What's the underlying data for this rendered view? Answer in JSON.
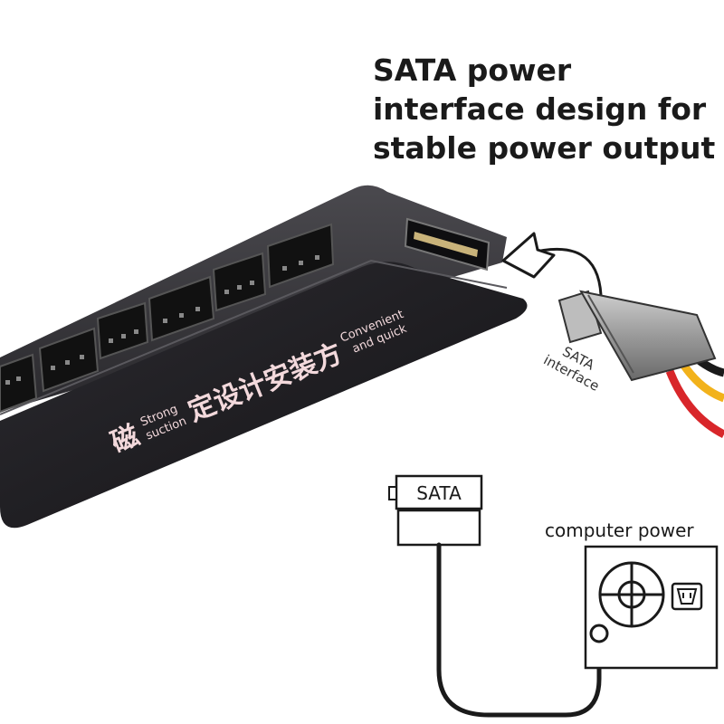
{
  "headline": {
    "line1": "SATA power",
    "line2": "interface design for",
    "line3": "stable power output"
  },
  "hub": {
    "char_left": "磁",
    "label_strong_line1": "Strong",
    "label_strong_line2": "suction",
    "chars_middle": "定设计安装方",
    "label_conv_line1": "Convenient",
    "label_conv_line2": "and quick"
  },
  "connector": {
    "label_line1": "SATA",
    "label_line2": "interface"
  },
  "diagram": {
    "sata_plug_label": "SATA",
    "psu_label": "computer power"
  },
  "colors": {
    "hub_body": "#2b2a2e",
    "hub_face": "#1c1b1f",
    "text_pink": "#f3d9dc",
    "wire_red": "#d8262a",
    "wire_yellow": "#f2b21b",
    "wire_black": "#1a1a1a"
  }
}
